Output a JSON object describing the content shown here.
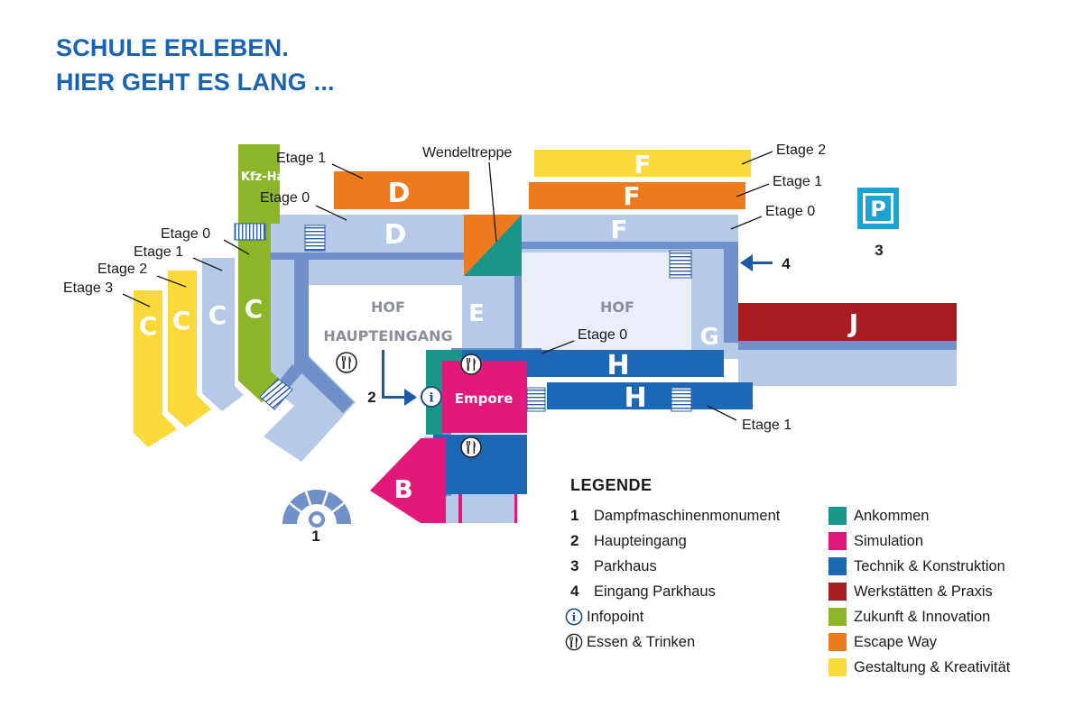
{
  "title": {
    "line1": "SCHULE ERLEBEN.",
    "line2": "HIER GEHT ES LANG ..."
  },
  "colors": {
    "ankommen": "#1a9688",
    "simulation": "#e2197a",
    "technik": "#1c68b5",
    "werkstaetten": "#a71d22",
    "zukunft": "#8cb52a",
    "escape": "#ee7a1e",
    "gestaltung": "#fbd93a",
    "floor": "#b5c9e8",
    "corridor": "#6f90c9",
    "title": "#1a63b0",
    "parking": "#1aa3d3"
  },
  "map": {
    "kfz_halle": "Kfz-Halle",
    "wendeltreppe": "Wendeltreppe",
    "hof_1": "HOF",
    "haupteingang": "HAUPTEINGANG",
    "hof_2": "HOF",
    "empore": "Empore",
    "building_c": "C",
    "building_d": "D",
    "building_e": "E",
    "building_f": "F",
    "building_g": "G",
    "building_h": "H",
    "building_j": "J",
    "building_b": "B",
    "parking_letter": "P",
    "etage_d1": "Etage 1",
    "etage_d0": "Etage 0",
    "etage_c0": "Etage 0",
    "etage_c1": "Etage 1",
    "etage_c2": "Etage 2",
    "etage_c3": "Etage 3",
    "etage_f2": "Etage 2",
    "etage_f1": "Etage 1",
    "etage_f0": "Etage 0",
    "etage_h0": "Etage 0",
    "etage_h1": "Etage 1",
    "marker_1": "1",
    "marker_2": "2",
    "marker_3": "3",
    "marker_4": "4"
  },
  "legend": {
    "title": "LEGENDE",
    "numbered": [
      {
        "num": "1",
        "label": "Dampfmaschinenmonument"
      },
      {
        "num": "2",
        "label": "Haupteingang"
      },
      {
        "num": "3",
        "label": "Parkhaus"
      },
      {
        "num": "4",
        "label": "Eingang Parkhaus"
      }
    ],
    "icons": [
      {
        "icon": "info-icon",
        "label": "Infopoint"
      },
      {
        "icon": "fork-knife-icon",
        "label": "Essen & Trinken"
      }
    ],
    "areas": [
      {
        "color": "#1a9688",
        "label": "Ankommen"
      },
      {
        "color": "#e2197a",
        "label": "Simulation"
      },
      {
        "color": "#1c68b5",
        "label": "Technik & Konstruktion"
      },
      {
        "color": "#a71d22",
        "label": "Werkstätten & Praxis"
      },
      {
        "color": "#8cb52a",
        "label": "Zukunft & Innovation"
      },
      {
        "color": "#ee7a1e",
        "label": "Escape Way"
      },
      {
        "color": "#fbd93a",
        "label": "Gestaltung & Kreativität"
      }
    ]
  }
}
